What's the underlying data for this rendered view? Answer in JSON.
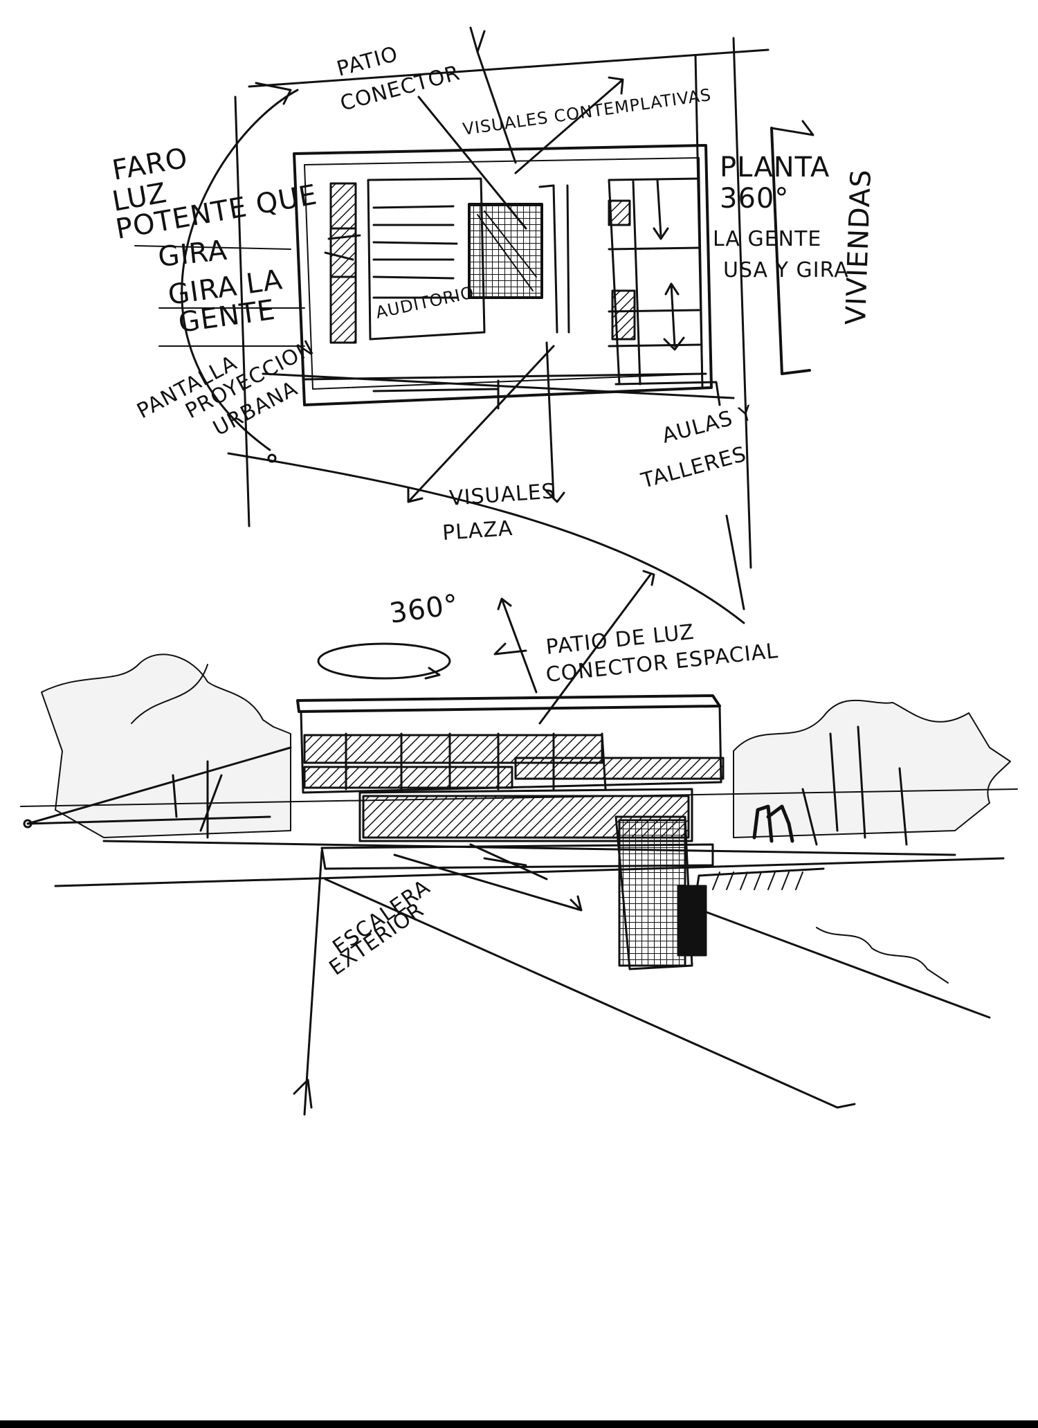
{
  "labels": {
    "patio_conector_1": "PATIO",
    "patio_conector_2": "CONECTOR",
    "visuales_contemplativas": "VISUALES CONTEMPLATIVAS",
    "faro_1": "FARO",
    "faro_2": "LUZ",
    "faro_3": "POTENTE QUE",
    "faro_4": "GIRA",
    "gira_1": "GIRA LA",
    "gira_2": "GENTE",
    "pantalla_1": "PANTALLA",
    "pantalla_2": "PROYECCION",
    "pantalla_3": "URBANA",
    "auditorio": "AUDITORIO",
    "planta_1": "PLANTA",
    "planta_2": "360°",
    "planta_3": "LA GENTE",
    "planta_4": "USA Y GIRA",
    "viviendas": "VIVIENDAS",
    "aulas_1": "AULAS Y",
    "aulas_2": "TALLERES",
    "visuales_plaza_1": "VISUALES",
    "visuales_plaza_2": "PLAZA",
    "deg360": "360°",
    "patio_luz_1": "PATIO DE LUZ",
    "patio_luz_2": "CONECTOR ESPACIAL",
    "escalera_1": "ESCALERA",
    "escalera_2": "EXTERIOR"
  }
}
